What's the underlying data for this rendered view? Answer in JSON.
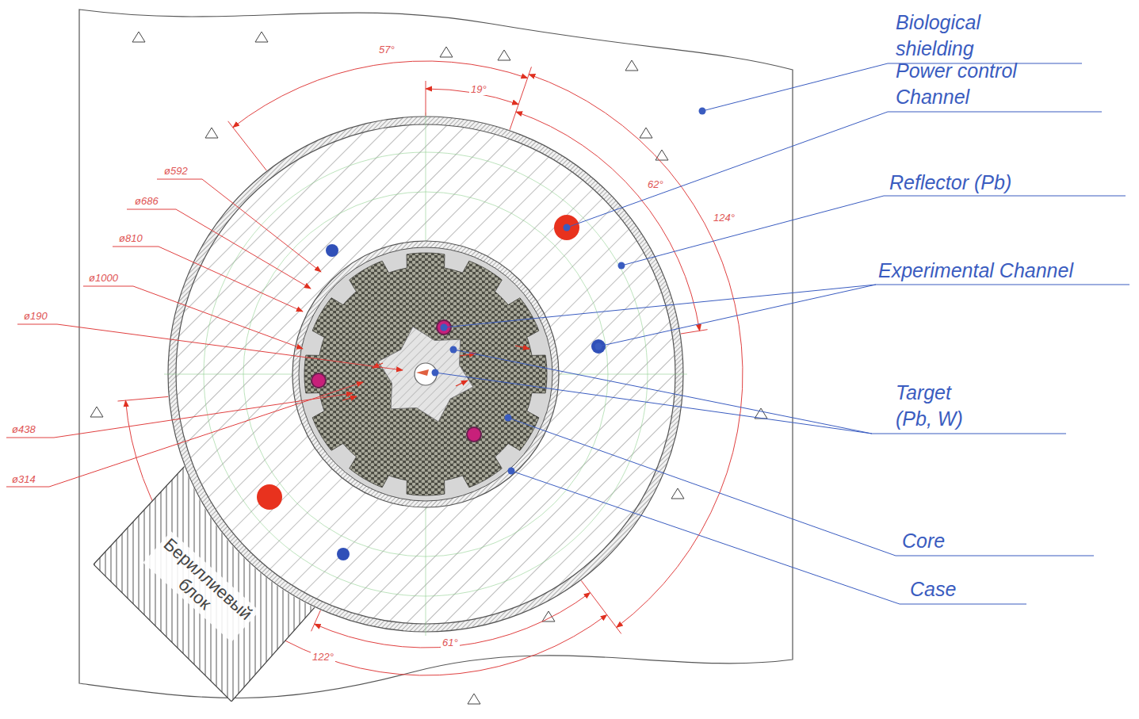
{
  "diagram": {
    "nodes": [
      {
        "text": [
          "Бериллиевый блок"
        ]
      }
    ],
    "labels": [
      "Biological shielding",
      "Power control Channel",
      "Reflector (Pb)",
      "Experimental Channel",
      "Target (Pb, W)",
      "Core",
      "Case",
      "ø592",
      "ø686",
      "ø810",
      "ø1000",
      "ø190",
      "ø438",
      "ø314",
      "57°",
      "19°",
      "62°",
      "124°",
      "61°",
      "122°"
    ]
  }
}
